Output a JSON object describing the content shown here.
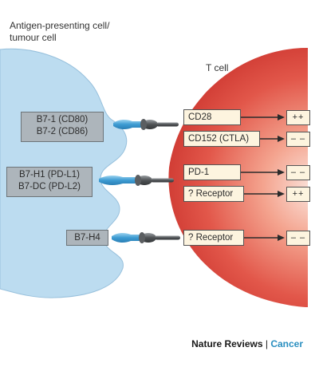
{
  "apc_label_line1": "Antigen-presenting cell/",
  "apc_label_line2": "tumour cell",
  "tcell_label": "T cell",
  "ligands": {
    "b7_1": "B7-1 (CD80)",
    "b7_2": "B7-2 (CD86)",
    "b7_h1": "B7-H1 (PD-L1)",
    "b7_dc": "B7-DC (PD-L2)",
    "b7_h4": "B7-H4"
  },
  "receptors": {
    "cd28": "CD28",
    "cd152": "CD152 (CTLA)",
    "pd1": "PD-1",
    "receptor_a": "? Receptor",
    "receptor_b": "? Receptor"
  },
  "outcomes": {
    "cd28": "++",
    "cd152": "– –",
    "pd1": "– –",
    "receptor_a": "++",
    "receptor_b": "– –"
  },
  "footer": {
    "journal": "Nature Reviews",
    "separator": "|",
    "section": "Cancer"
  },
  "colors": {
    "apc_fill": "#bcdcf0",
    "tcell_edge": "#d8443a",
    "tcell_center": "#fbe6df",
    "ligand_stick": "#4fa8d8",
    "receptor_stick": "#55575a",
    "brand_accent": "#2a8fc0"
  }
}
